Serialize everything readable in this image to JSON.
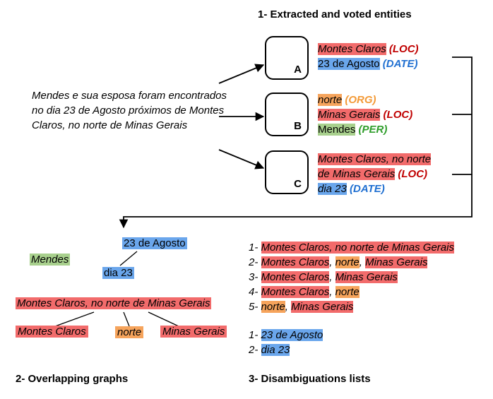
{
  "section1_title": "1- Extracted and voted entities",
  "section2_title": "2- Overlapping graphs",
  "section3_title": "3- Disambiguations lists",
  "sentence": "Mendes e sua esposa foram encontrados no dia 23 de Agosto próximos de  Montes Claros, no norte de Minas Gerais",
  "boxes": {
    "a": "A",
    "b": "B",
    "c": "C"
  },
  "entities": {
    "a": [
      {
        "text": "Montes Claros",
        "tag": "(LOC)"
      },
      {
        "text": "23 de Agosto",
        "tag": "(DATE)"
      }
    ],
    "b": [
      {
        "text": "norte",
        "tag": "(ORG)"
      },
      {
        "text": "Minas Gerais",
        "tag": "(LOC)"
      },
      {
        "text": "Mendes",
        "tag": "(PER)"
      }
    ],
    "c": [
      {
        "text": "Montes Claros, no norte",
        "tag": ""
      },
      {
        "text": "de Minas Gerais",
        "tag": "(LOC)"
      },
      {
        "text": "dia 23",
        "tag": "(DATE)"
      }
    ]
  },
  "graph": {
    "date_root": "23 de Agosto",
    "date_child": "dia 23",
    "person": "Mendes",
    "loc_root": "Montes Claros, no norte de Minas Gerais",
    "loc_children": [
      "Montes Claros",
      "norte",
      "Minas Gerais"
    ]
  },
  "lists": {
    "loc": [
      {
        "num": "1-",
        "parts": [
          "Montes Claros, no norte de Minas Gerais"
        ]
      },
      {
        "num": "2-",
        "parts": [
          "Montes Claros",
          "norte",
          "Minas Gerais"
        ]
      },
      {
        "num": "3-",
        "parts": [
          "Montes Claros",
          "Minas Gerais"
        ]
      },
      {
        "num": "4-",
        "parts": [
          "Montes Claros",
          "norte"
        ]
      },
      {
        "num": "5-",
        "parts": [
          "norte",
          "Minas Gerais"
        ]
      }
    ],
    "date": [
      {
        "num": "1-",
        "parts": [
          "23 de Agosto"
        ]
      },
      {
        "num": "2-",
        "parts": [
          "dia 23"
        ]
      }
    ],
    "separator": ", "
  },
  "colors": {
    "loc": "#f26b6b",
    "date": "#6aa6ec",
    "per": "#a8d08d",
    "org": "#f6a45c"
  }
}
